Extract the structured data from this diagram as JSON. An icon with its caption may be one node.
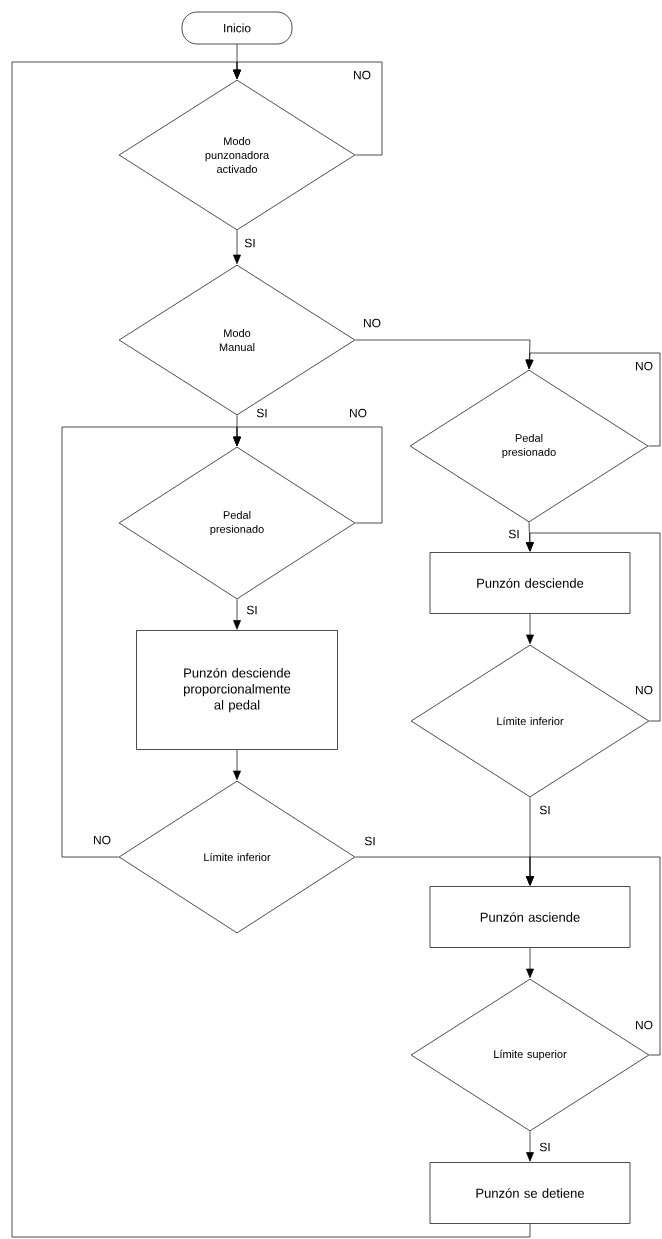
{
  "diagram": {
    "nodes": [
      {
        "text": [
          "Inicio"
        ]
      },
      {
        "text": [
          "Modo punzonadora activado"
        ]
      },
      {
        "text": [
          "Modo Manual"
        ]
      },
      {
        "text": [
          "Pedal presionado"
        ]
      },
      {
        "text": [
          "Punzón desciende proporcionalmente al pedal"
        ]
      },
      {
        "text": [
          "Límite inferior"
        ]
      },
      {
        "text": [
          "Pedal presionado"
        ]
      },
      {
        "text": [
          "Punzón desciende"
        ]
      },
      {
        "text": [
          "Límite inferior"
        ]
      },
      {
        "text": [
          "Punzón asciende"
        ]
      },
      {
        "text": [
          "Límite superior"
        ]
      },
      {
        "text": [
          "Punzón se detiene"
        ]
      }
    ],
    "edges": [
      {
        "from": 0,
        "to": 1,
        "arrow": "to"
      },
      {
        "from": 1,
        "to": 1,
        "arrow": "to",
        "label": "NO"
      },
      {
        "from": 1,
        "to": 2,
        "arrow": "to",
        "label": "SI"
      },
      {
        "from": 2,
        "to": 6,
        "arrow": "to",
        "label": "NO"
      },
      {
        "from": 2,
        "to": 3,
        "arrow": "to",
        "label": "SI"
      },
      {
        "from": 3,
        "to": 3,
        "arrow": "to",
        "label": "NO"
      },
      {
        "from": 3,
        "to": 4,
        "arrow": "to",
        "label": "SI"
      },
      {
        "from": 4,
        "to": 5,
        "arrow": "to"
      },
      {
        "from": 5,
        "to": 3,
        "arrow": "to",
        "label": "NO"
      },
      {
        "from": 5,
        "to": 9,
        "arrow": "to",
        "label": "SI"
      },
      {
        "from": 6,
        "to": 6,
        "arrow": "to",
        "label": "NO"
      },
      {
        "from": 6,
        "to": 7,
        "arrow": "to",
        "label": "SI"
      },
      {
        "from": 7,
        "to": 8,
        "arrow": "to"
      },
      {
        "from": 8,
        "to": 7,
        "arrow": "to",
        "label": "NO"
      },
      {
        "from": 8,
        "to": 9,
        "arrow": "to",
        "label": "SI"
      },
      {
        "from": 9,
        "to": 10,
        "arrow": "to"
      },
      {
        "from": 10,
        "to": 9,
        "arrow": "to",
        "label": "NO"
      },
      {
        "from": 10,
        "to": 11,
        "arrow": "to",
        "label": "SI"
      },
      {
        "from": 11,
        "to": 1,
        "arrow": "to"
      }
    ]
  }
}
